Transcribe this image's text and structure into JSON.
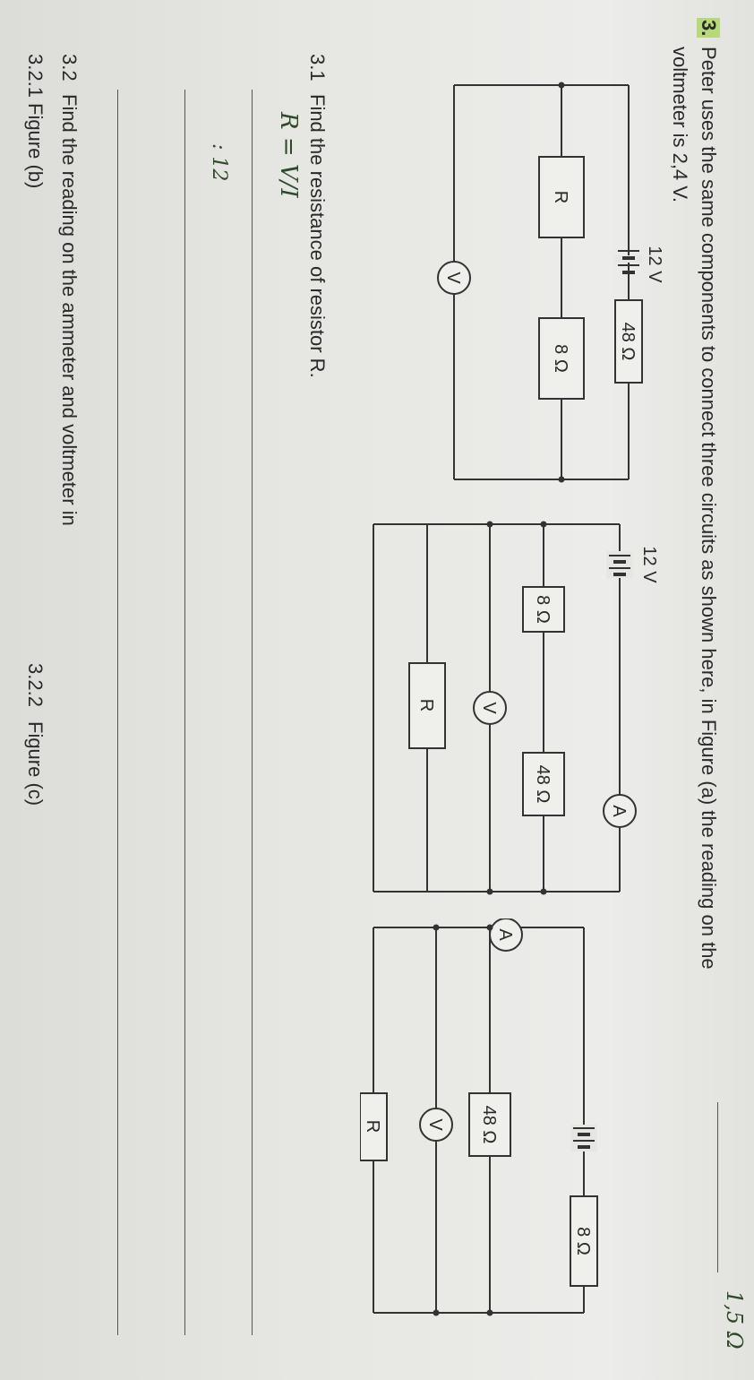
{
  "corner_note": "1,5 Ω",
  "question": {
    "number": "3.",
    "intro_line1": "Peter uses the same components to connect three circuits as shown here, in Figure (a) the reading on the",
    "intro_line2": "voltmeter is 2,4 V."
  },
  "figures": {
    "a": {
      "battery_label": "12 V",
      "resistor_top": "48 Ω",
      "resistor_r": "R",
      "resistor_mid": "8 Ω",
      "meter_v": "V"
    },
    "b": {
      "battery_label": "12 V",
      "meter_a": "A",
      "resistor_left": "8 Ω",
      "resistor_right": "48 Ω",
      "meter_v": "V",
      "resistor_r": "R"
    },
    "c": {
      "meter_a": "A",
      "resistor_top": "8 Ω",
      "resistor_mid": "48 Ω",
      "meter_v": "V",
      "resistor_r": "R"
    }
  },
  "q31": {
    "number": "3.1",
    "text": "Find the resistance of resistor R.",
    "handwriting": [
      "R = V/I",
      ": 12"
    ]
  },
  "q32": {
    "number": "3.2",
    "text": "Find the reading on the ammeter and voltmeter in",
    "sub1_number": "3.2.1",
    "sub1_text": "Figure (b)",
    "sub2_number": "3.2.2",
    "sub2_text": "Figure (c)"
  }
}
